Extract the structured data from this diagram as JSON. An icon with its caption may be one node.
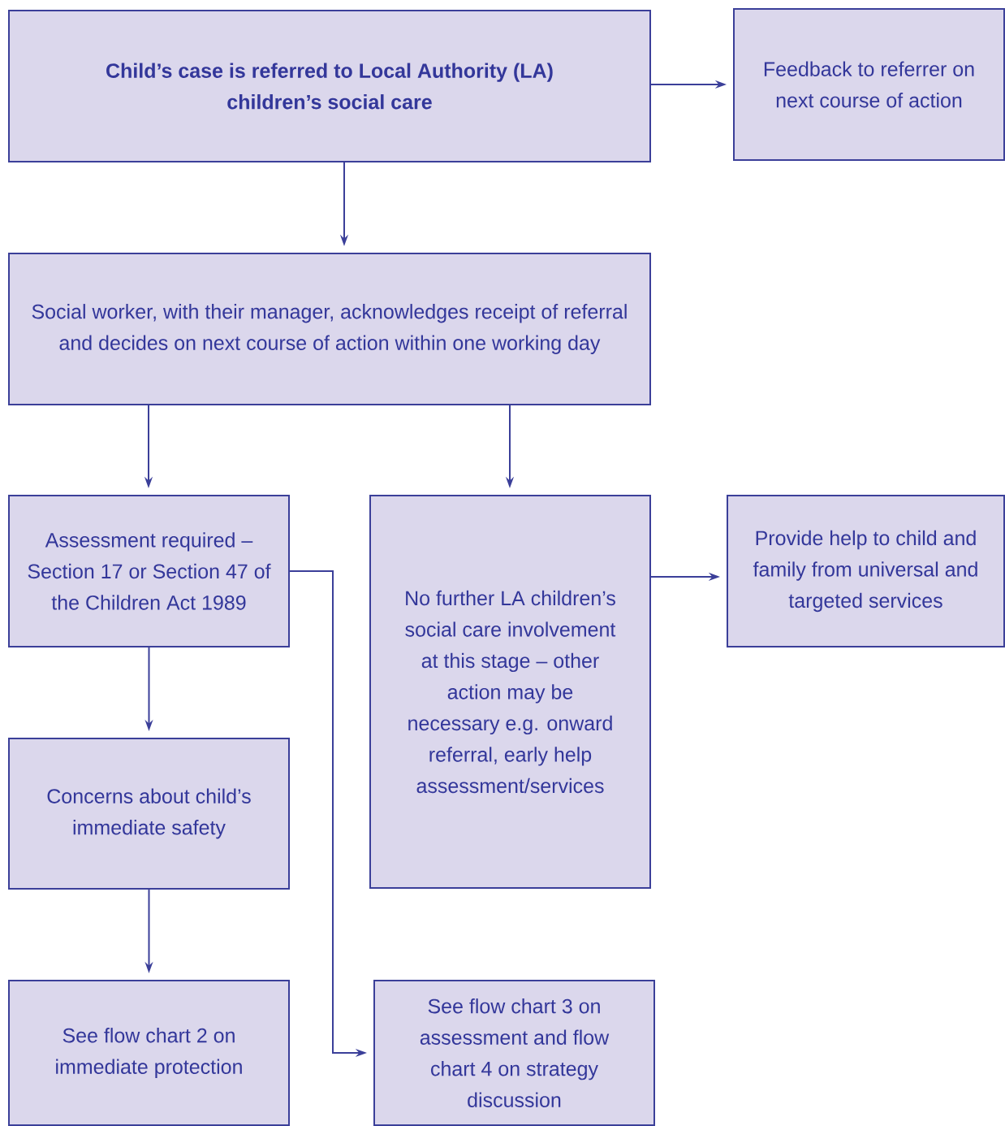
{
  "diagram": {
    "nodes": [
      {
        "text": [
          "Child’s case is referred to Local Authority (LA) children’s social care"
        ]
      },
      {
        "text": [
          "Feedback to referrer on next course of action"
        ]
      },
      {
        "text": [
          "Social worker, with their manager, acknowledges receipt of referral and decides on next course of action within one working day"
        ]
      },
      {
        "text": [
          "Assessment required – Section 17 or Section 47 of the Children Act 1989"
        ]
      },
      {
        "text": [
          "No further LA children’s social care involvement at this stage – other action may be necessary e.g. onward referral, early help assessment/services"
        ]
      },
      {
        "text": [
          "Provide help to child and family from universal and targeted services"
        ]
      },
      {
        "text": [
          "Concerns about child’s immediate safety"
        ]
      },
      {
        "text": [
          "See flow chart 2 on immediate protection"
        ]
      },
      {
        "text": [
          "See flow chart 3 on assessment and flow chart 4 on strategy discussion"
        ]
      }
    ],
    "edges": [
      {
        "from": 0,
        "to": 1,
        "arrow": "to"
      },
      {
        "from": 0,
        "to": 2,
        "arrow": "to"
      },
      {
        "from": 2,
        "to": 3,
        "arrow": "to"
      },
      {
        "from": 2,
        "to": 4,
        "arrow": "to"
      },
      {
        "from": 4,
        "to": 5,
        "arrow": "to"
      },
      {
        "from": 3,
        "to": 6,
        "arrow": "to"
      },
      {
        "from": 6,
        "to": 7,
        "arrow": "to"
      },
      {
        "from": 3,
        "to": 8,
        "arrow": "to"
      }
    ]
  }
}
